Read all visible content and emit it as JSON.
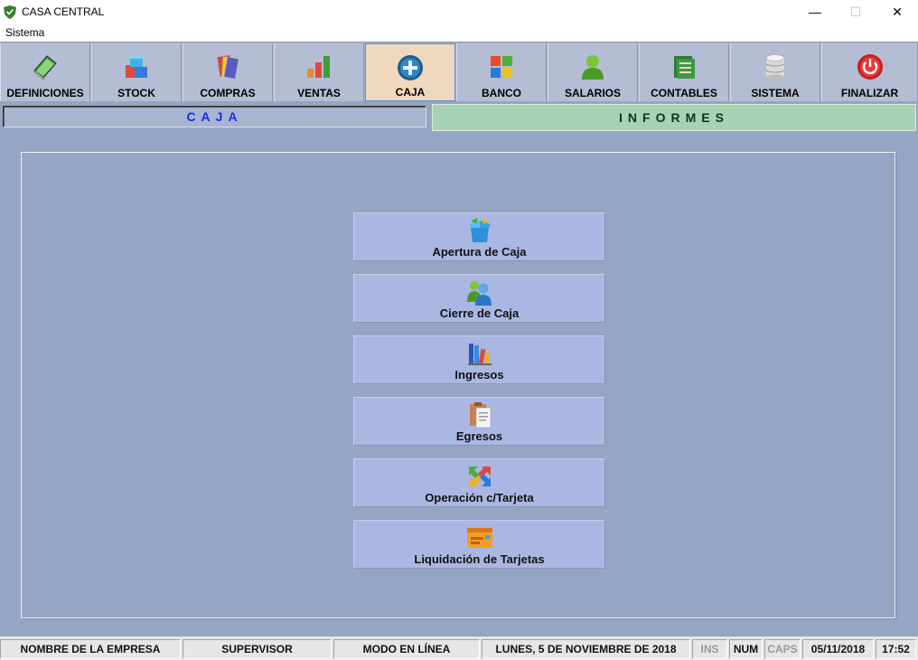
{
  "window": {
    "title": "CASA CENTRAL",
    "min_glyph": "—",
    "max_glyph": "☐",
    "close_glyph": "✕"
  },
  "menu": {
    "items": [
      "Sistema"
    ]
  },
  "toolbar": {
    "buttons": [
      {
        "label": "DEFINICIONES",
        "icon": "book-icon"
      },
      {
        "label": "STOCK",
        "icon": "boxes-icon"
      },
      {
        "label": "COMPRAS",
        "icon": "papers-icon"
      },
      {
        "label": "VENTAS",
        "icon": "bar-chart-icon"
      },
      {
        "label": "CAJA",
        "icon": "plus-circle-icon",
        "active": true
      },
      {
        "label": "BANCO",
        "icon": "windows-icon"
      },
      {
        "label": "SALARIOS",
        "icon": "user-icon"
      },
      {
        "label": "CONTABLES",
        "icon": "ledger-icon"
      },
      {
        "label": "SISTEMA",
        "icon": "database-icon"
      },
      {
        "label": "FINALIZAR",
        "icon": "power-icon"
      }
    ]
  },
  "tabs": {
    "caja": "CAJA",
    "informes": "INFORMES"
  },
  "actions": [
    {
      "label": "Apertura de Caja",
      "icon": "open-box-icon"
    },
    {
      "label": "Cierre de Caja",
      "icon": "users-icon"
    },
    {
      "label": "Ingresos",
      "icon": "books-icon"
    },
    {
      "label": "Egresos",
      "icon": "clipboard-icon"
    },
    {
      "label": "Operación c/Tarjeta",
      "icon": "exchange-arrows-icon"
    },
    {
      "label": "Liquidación de Tarjetas",
      "icon": "card-icon"
    }
  ],
  "status": {
    "empresa": "NOMBRE DE LA EMPRESA",
    "usuario": "SUPERVISOR",
    "modo": "MODO EN LÍNEA",
    "fecha_larga": "LUNES, 5 DE NOVIEMBRE DE 2018",
    "ins": "INS",
    "num": "NUM",
    "caps": "CAPS",
    "fecha": "05/11/2018",
    "hora": "17:52"
  },
  "colors": {
    "active_tab": "#f0d8bf",
    "caja_text": "#1a2ee6",
    "informes_bg": "#a8d2b4",
    "main_bg": "#95a5c4",
    "action_bg": "#aab7e3"
  }
}
